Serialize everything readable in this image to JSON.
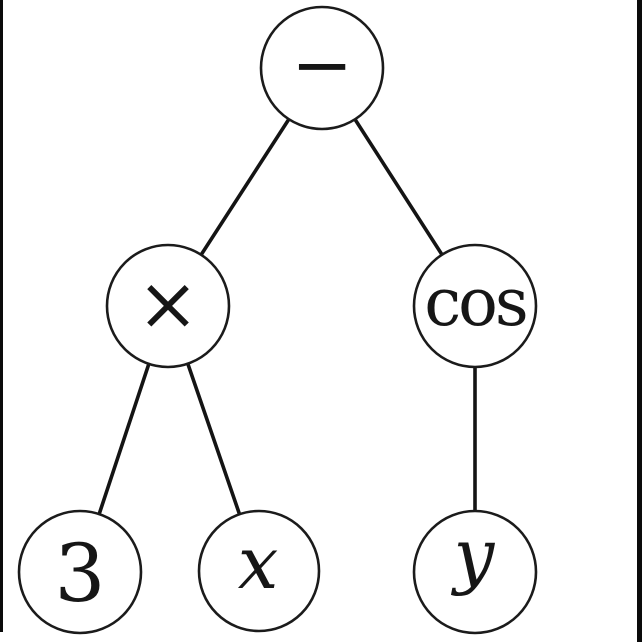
{
  "figure": {
    "title": "expression-tree",
    "background": "#ffffff",
    "frame_color": "#0a0a0a",
    "stroke_color": "#1b1b1b"
  },
  "tree": {
    "nodes": [
      {
        "id": "root",
        "label": "−"
      },
      {
        "id": "times",
        "label": "×"
      },
      {
        "id": "cos",
        "label": "cos"
      },
      {
        "id": "three",
        "label": "3"
      },
      {
        "id": "x",
        "label": "x"
      },
      {
        "id": "y",
        "label": "y"
      }
    ],
    "edges": [
      {
        "from": "−",
        "to": "×"
      },
      {
        "from": "−",
        "to": "cos"
      },
      {
        "from": "×",
        "to": "3"
      },
      {
        "from": "×",
        "to": "x"
      },
      {
        "from": "cos",
        "to": "y"
      }
    ]
  }
}
